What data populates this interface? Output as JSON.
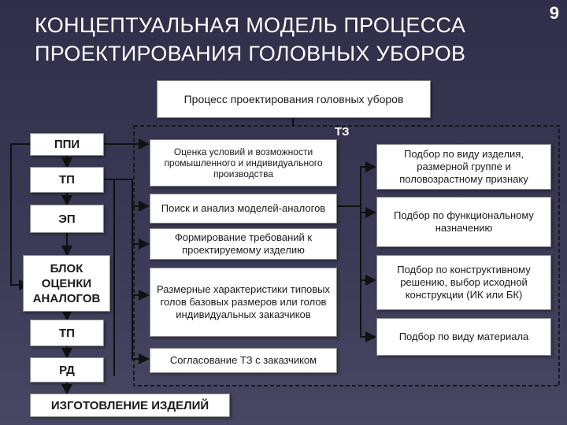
{
  "slide": {
    "title": "КОНЦЕПТУАЛЬНАЯ МОДЕЛЬ ПРОЦЕССА ПРОЕКТИРОВАНИЯ ГОЛОВНЫХ УБОРОВ",
    "page_number": "9"
  },
  "top_box": "Процесс проектирования головных уборов",
  "tz_label": "ТЗ",
  "left_column": {
    "ppi": "ППИ",
    "tp1": "ТП",
    "ep": "ЭП",
    "block": "БЛОК ОЦЕНКИ АНАЛОГОВ",
    "tp2": "ТП",
    "rd": "РД",
    "manufacturing": "ИЗГОТОВЛЕНИЕ ИЗДЕЛИЙ"
  },
  "middle_column": [
    "Оценка условий и возможности промышленного и индивидуального производства",
    "Поиск и анализ моделей-аналогов",
    "Формирование требований к проектируемому изделию",
    "Размерные характеристики типовых голов базовых размеров или голов индивидуальных заказчиков",
    "Согласование ТЗ с заказчиком"
  ],
  "right_column": [
    "Подбор по виду изделия, размерной группе и половозрастному признаку",
    "Подбор по функциональному назначению",
    "Подбор по конструктивному решению, выбор исходной конструкции (ИК или БК)",
    "Подбор по виду материала"
  ]
}
